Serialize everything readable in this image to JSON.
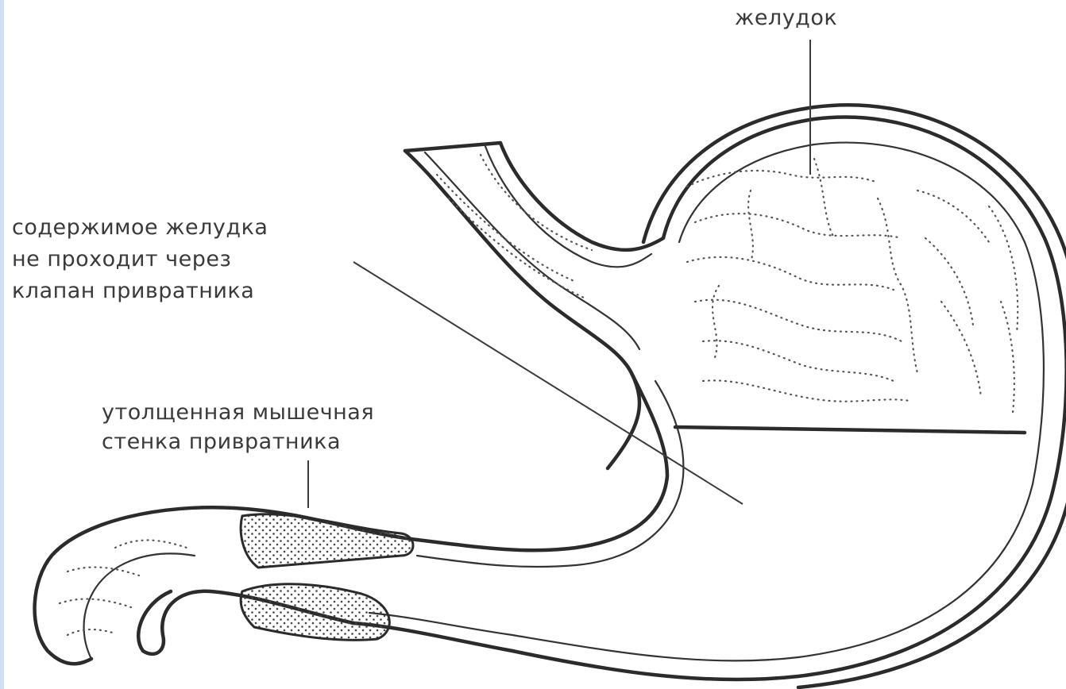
{
  "diagram": {
    "labels": {
      "stomach": "желудок",
      "contents_line1": "содержимое желудка",
      "contents_line2": "не проходит через",
      "contents_line3": "клапан привратника",
      "wall_line1": "утолщенная мышечная",
      "wall_line2": "стенка привратника"
    }
  }
}
